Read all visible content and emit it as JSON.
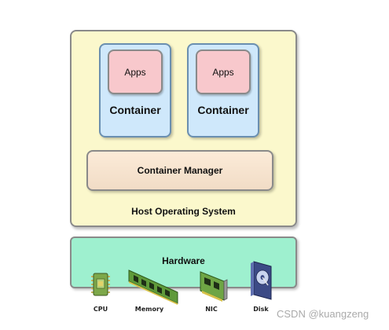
{
  "diagram": {
    "host_os_label": "Host Operating System",
    "containers": [
      {
        "label": "Container",
        "apps_label": "Apps"
      },
      {
        "label": "Container",
        "apps_label": "Apps"
      }
    ],
    "container_manager_label": "Container Manager",
    "hardware_label": "Hardware",
    "hardware_items": [
      {
        "label": "CPU",
        "icon": "cpu-chip-icon"
      },
      {
        "label": "Memory",
        "icon": "memory-module-icon"
      },
      {
        "label": "NIC",
        "icon": "network-card-icon"
      },
      {
        "label": "Disk",
        "icon": "hard-disk-icon"
      }
    ]
  },
  "watermark": "CSDN @kuangzeng",
  "colors": {
    "host_os_fill": "#fbf8cc",
    "container_fill": "#cfe8fb",
    "apps_fill": "#f8c8cc",
    "manager_fill": "#f5e2cf",
    "hardware_fill": "#9ef0cf"
  }
}
